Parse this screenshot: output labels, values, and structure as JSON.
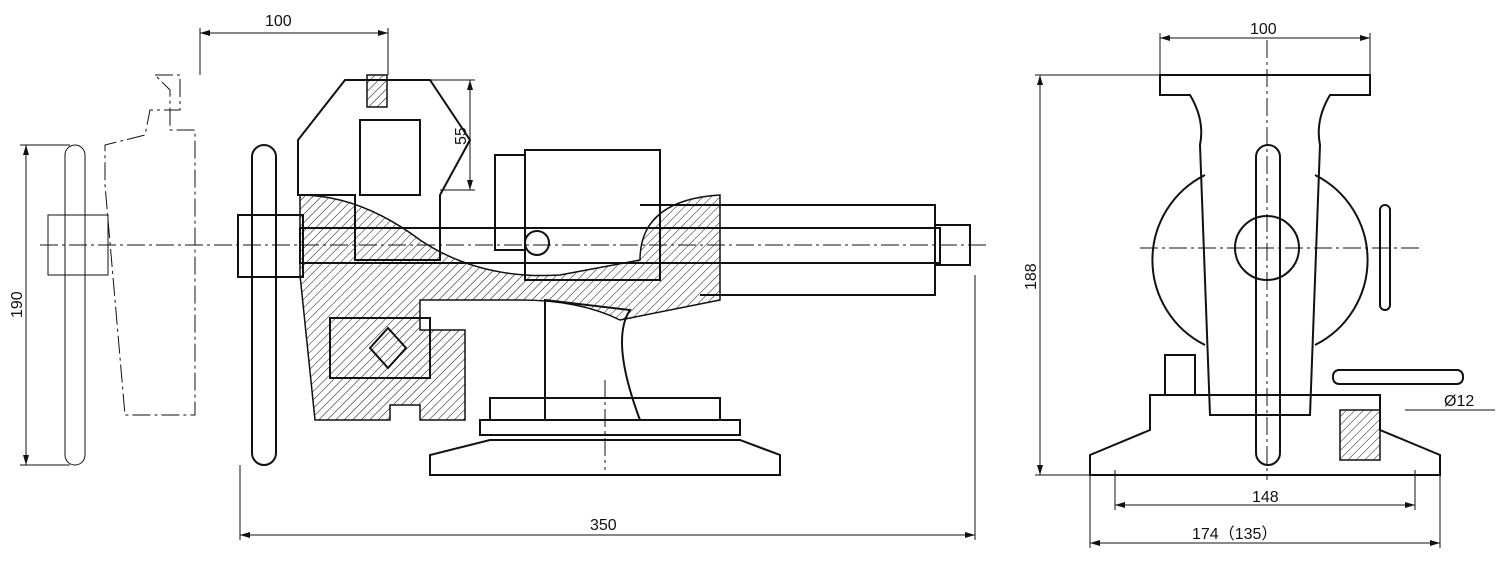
{
  "drawing": {
    "title": "Swivel machine vise – side and front views",
    "side_view": {
      "dim_jaw_width": "100",
      "dim_jaw_height": "55",
      "dim_handle_length": "190",
      "dim_overall_length": "350"
    },
    "front_view": {
      "dim_jaw_width": "100",
      "dim_overall_height": "188",
      "dim_slot_diameter": "Ø12",
      "dim_bolt_spacing": "148",
      "dim_base_width": "174（135）"
    }
  }
}
